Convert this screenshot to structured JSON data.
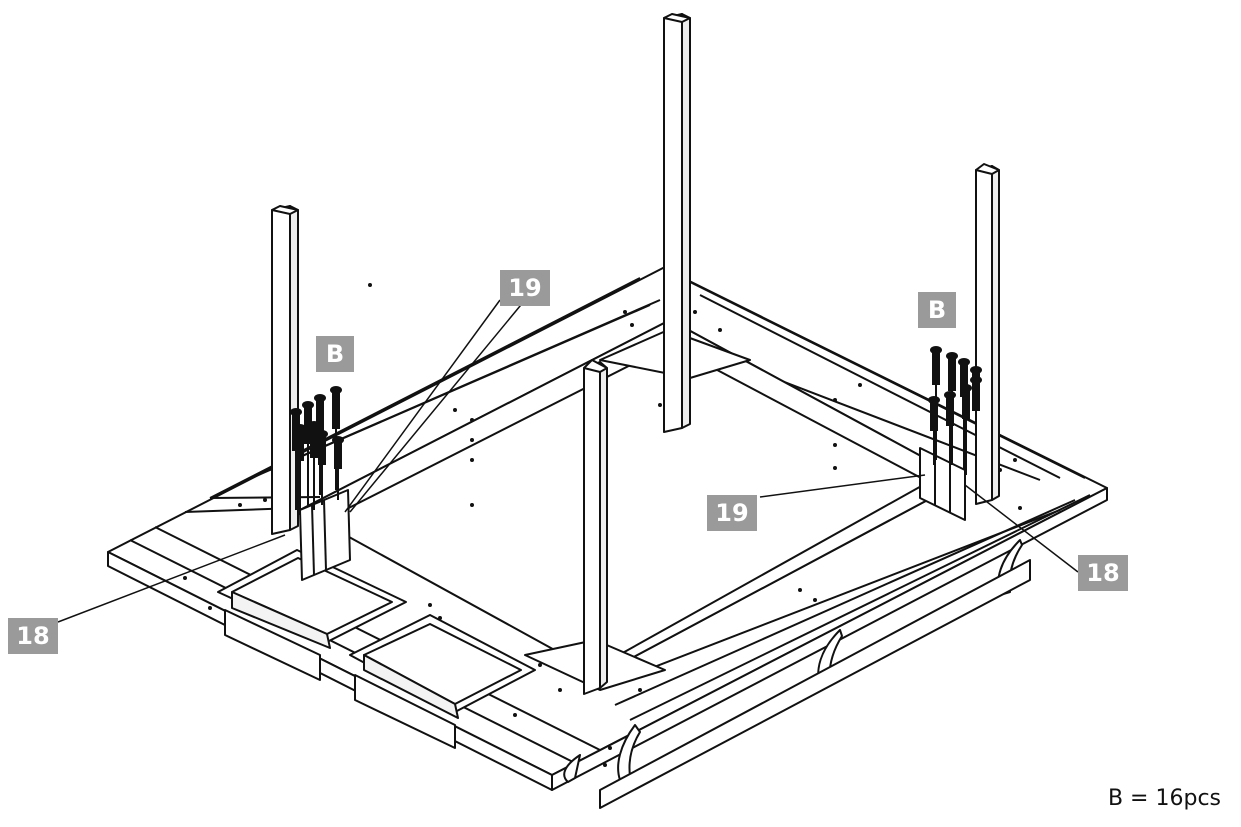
{
  "labels": {
    "b_left": "B",
    "b_right": "B",
    "p19_top": "19",
    "p19_right": "19",
    "p18_left": "18",
    "p18_right": "18"
  },
  "quantity_note": "B = 16pcs",
  "colors": {
    "tag_fill": "#9a9a9a",
    "tag_text": "#ffffff",
    "line": "#111111",
    "screw": "#111111"
  }
}
